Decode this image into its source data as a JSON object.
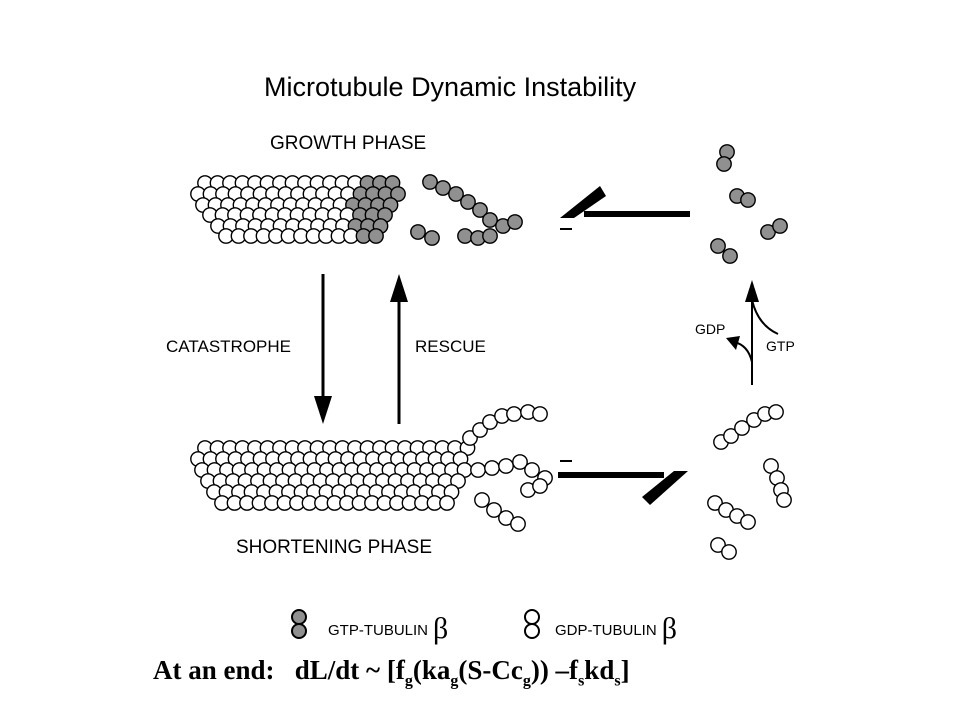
{
  "title": "Microtubule Dynamic Instability",
  "phases": {
    "growth": "GROWTH PHASE",
    "shortening": "SHORTENING PHASE"
  },
  "transitions": {
    "catastrophe": "CATASTROPHE",
    "rescue": "RESCUE"
  },
  "nucleotide": {
    "gdp": "GDP",
    "gtp": "GTP"
  },
  "legend": {
    "gtp_tubulin": "GTP-TUBULIN",
    "gdp_tubulin": "GDP-TUBULIN",
    "beta": "β",
    "gtp_color": "#909090",
    "gdp_color": "#ffffff"
  },
  "equation": {
    "prefix": "At an end:",
    "lhs": "dL/dt ~ [f",
    "g1": "g",
    "p2": "(ka",
    "g2": "g",
    "p3": "(S-Cc",
    "g3": "g",
    "p4": ")) –f",
    "s1": "s",
    "p5": "kd",
    "s2": "s",
    "p6": "]"
  }
}
